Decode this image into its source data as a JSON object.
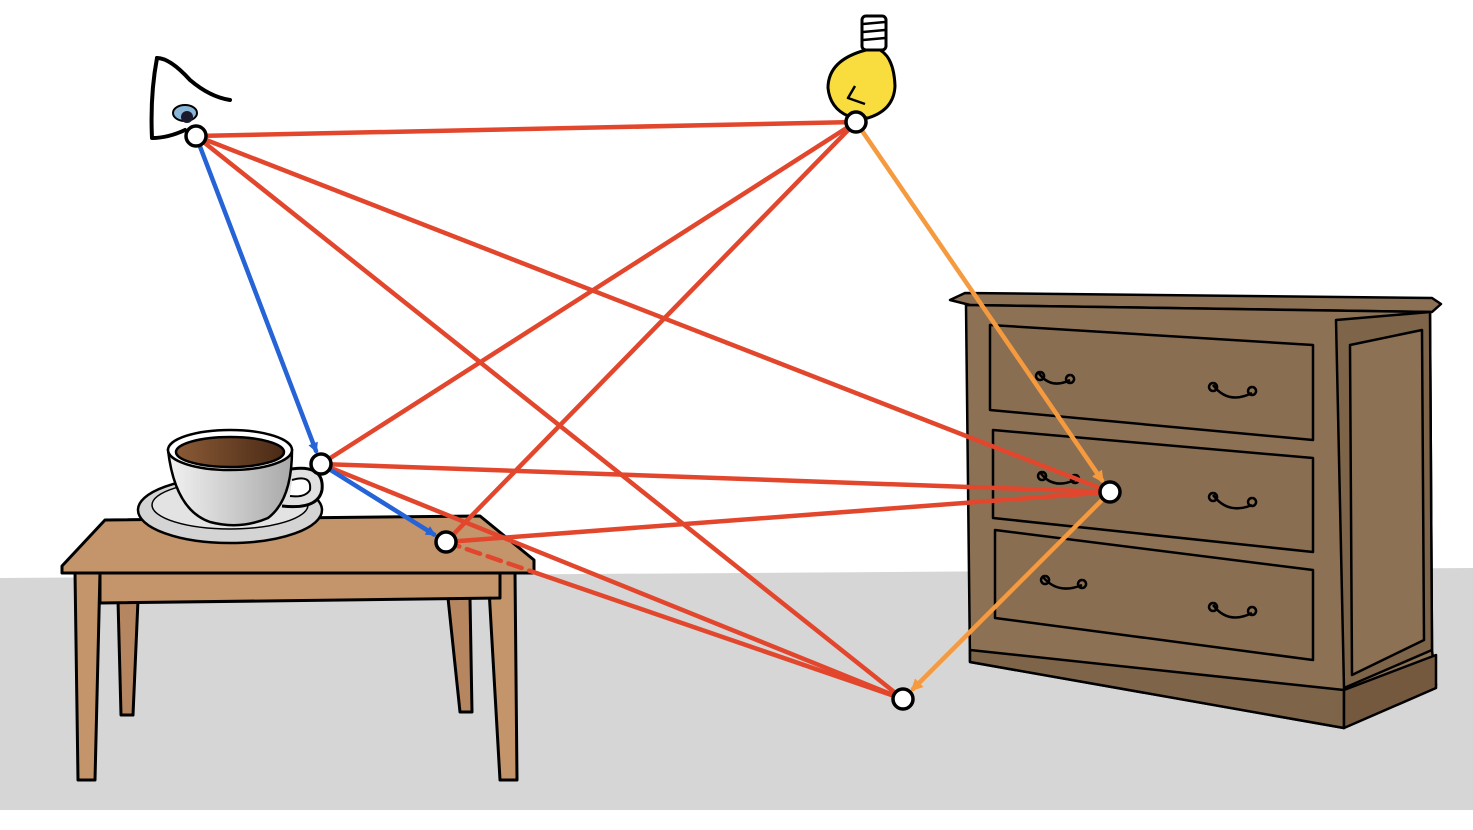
{
  "colors": {
    "background": "#ffffff",
    "floor": "#d6d6d6",
    "connection": "#e2472d",
    "camera_path": "#2563d6",
    "light_path": "#f59a3e",
    "table_wood": "#c4946a",
    "dresser_wood": "#8c7155",
    "dresser_drawer": "#8a6e52",
    "bulb_glass": "#f9dc3e",
    "coffee": "#6b4126",
    "cup": "#d8d8d8",
    "vertex_fill": "#ffffff"
  },
  "objects": {
    "eye": "eye-icon",
    "light": "light-bulb-icon",
    "table": "table-illustration",
    "cup": "coffee-cup-illustration",
    "dresser": "dresser-illustration"
  },
  "vertices": [
    "eye",
    "light",
    "cup",
    "table-top",
    "dresser",
    "floor"
  ],
  "paths": [
    {
      "from": "eye",
      "to": "cup",
      "kind": "camera",
      "arrow": true
    },
    {
      "from": "cup",
      "to": "table-top",
      "kind": "camera",
      "arrow": true
    },
    {
      "from": "light",
      "to": "dresser",
      "kind": "light",
      "arrow": true
    },
    {
      "from": "dresser",
      "to": "floor",
      "kind": "light",
      "arrow": true
    },
    {
      "from": "eye",
      "to": "light",
      "kind": "connection"
    },
    {
      "from": "eye",
      "to": "dresser",
      "kind": "connection"
    },
    {
      "from": "eye",
      "to": "floor",
      "kind": "connection"
    },
    {
      "from": "light",
      "to": "cup",
      "kind": "connection"
    },
    {
      "from": "light",
      "to": "table-top",
      "kind": "connection"
    },
    {
      "from": "cup",
      "to": "dresser",
      "kind": "connection"
    },
    {
      "from": "cup",
      "to": "floor",
      "kind": "connection"
    },
    {
      "from": "table-top",
      "to": "dresser",
      "kind": "connection"
    },
    {
      "from": "table-top",
      "to": "floor",
      "kind": "connection",
      "occluded_start": true
    }
  ]
}
